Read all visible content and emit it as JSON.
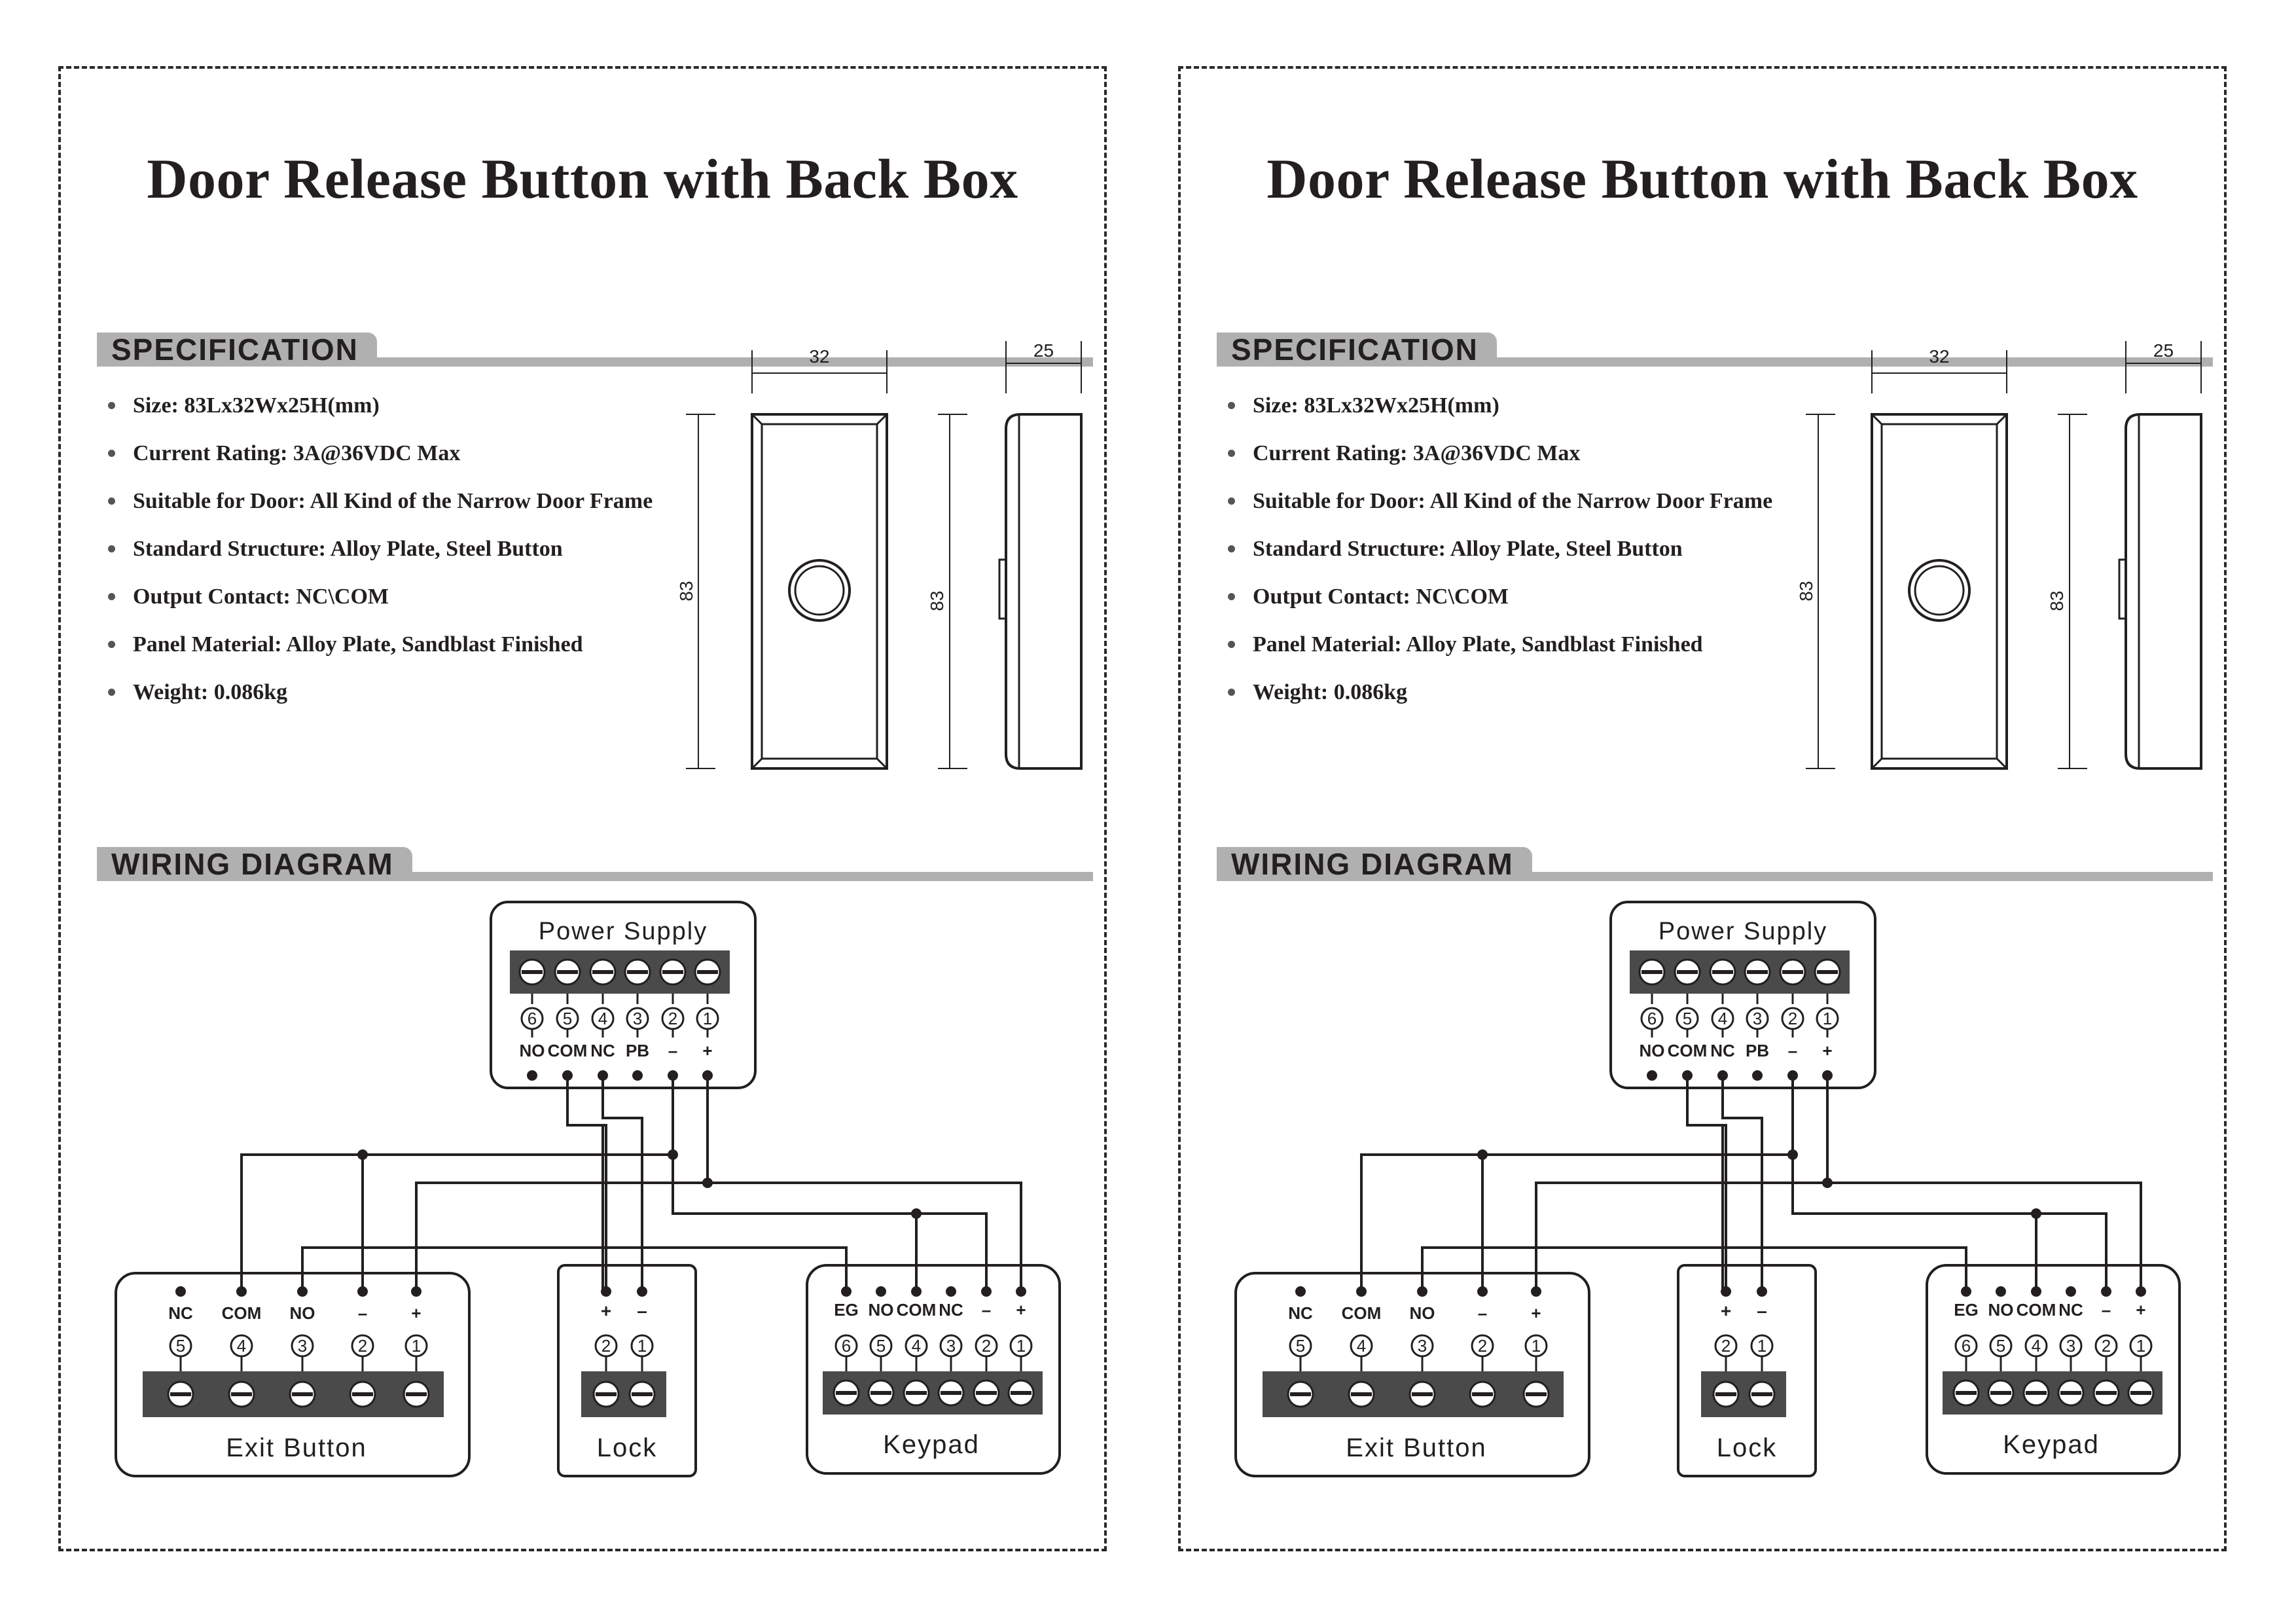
{
  "pages": [
    {
      "title": "Door Release Button with Back Box",
      "spec_heading": "SPECIFICATION",
      "specs": [
        "Size: 83Lx32Wx25H(mm)",
        "Current Rating:  3A@36VDC Max",
        "Suitable for Door: All Kind of the Narrow Door Frame",
        "Standard Structure: Alloy Plate, Steel Button",
        "Output Contact:  NC\\COM",
        "Panel Material: Alloy Plate, Sandblast Finished",
        "Weight: 0.086kg"
      ],
      "dimensions": {
        "width": "32",
        "depth": "25",
        "height": "83"
      },
      "wiring_heading": "WIRING DIAGRAM",
      "power_supply": {
        "label": "Power Supply",
        "terminals": [
          {
            "num": "6",
            "name": "NO"
          },
          {
            "num": "5",
            "name": "COM"
          },
          {
            "num": "4",
            "name": "NC"
          },
          {
            "num": "3",
            "name": "PB"
          },
          {
            "num": "2",
            "name": "–"
          },
          {
            "num": "1",
            "name": "+"
          }
        ]
      },
      "exit_button": {
        "label": "Exit Button",
        "terminals": [
          {
            "num": "5",
            "name": "NC"
          },
          {
            "num": "4",
            "name": "COM"
          },
          {
            "num": "3",
            "name": "NO"
          },
          {
            "num": "2",
            "name": "–"
          },
          {
            "num": "1",
            "name": "+"
          }
        ]
      },
      "lock": {
        "label": "Lock",
        "terminals": [
          {
            "num": "2",
            "name": "+"
          },
          {
            "num": "1",
            "name": "–"
          }
        ]
      },
      "keypad": {
        "label": "Keypad",
        "terminals": [
          {
            "num": "6",
            "name": "EG"
          },
          {
            "num": "5",
            "name": "NO"
          },
          {
            "num": "4",
            "name": "COM"
          },
          {
            "num": "3",
            "name": "NC"
          },
          {
            "num": "2",
            "name": "–"
          },
          {
            "num": "1",
            "name": "+"
          }
        ]
      }
    },
    {
      "title": "Door Release Button with Back Box",
      "spec_heading": "SPECIFICATION",
      "specs": [
        "Size: 83Lx32Wx25H(mm)",
        "Current Rating:  3A@36VDC Max",
        "Suitable for Door: All Kind of the Narrow Door Frame",
        "Standard Structure: Alloy Plate, Steel Button",
        "Output Contact:  NC\\COM",
        "Panel Material: Alloy Plate, Sandblast Finished",
        "Weight: 0.086kg"
      ],
      "dimensions": {
        "width": "32",
        "depth": "25",
        "height": "83"
      },
      "wiring_heading": "WIRING DIAGRAM",
      "power_supply": {
        "label": "Power Supply",
        "terminals": [
          {
            "num": "6",
            "name": "NO"
          },
          {
            "num": "5",
            "name": "COM"
          },
          {
            "num": "4",
            "name": "NC"
          },
          {
            "num": "3",
            "name": "PB"
          },
          {
            "num": "2",
            "name": "–"
          },
          {
            "num": "1",
            "name": "+"
          }
        ]
      },
      "exit_button": {
        "label": "Exit Button",
        "terminals": [
          {
            "num": "5",
            "name": "NC"
          },
          {
            "num": "4",
            "name": "COM"
          },
          {
            "num": "3",
            "name": "NO"
          },
          {
            "num": "2",
            "name": "–"
          },
          {
            "num": "1",
            "name": "+"
          }
        ]
      },
      "lock": {
        "label": "Lock",
        "terminals": [
          {
            "num": "2",
            "name": "+"
          },
          {
            "num": "1",
            "name": "–"
          }
        ]
      },
      "keypad": {
        "label": "Keypad",
        "terminals": [
          {
            "num": "6",
            "name": "EG"
          },
          {
            "num": "5",
            "name": "NO"
          },
          {
            "num": "4",
            "name": "COM"
          },
          {
            "num": "3",
            "name": "NC"
          },
          {
            "num": "2",
            "name": "–"
          },
          {
            "num": "1",
            "name": "+"
          }
        ]
      }
    }
  ]
}
